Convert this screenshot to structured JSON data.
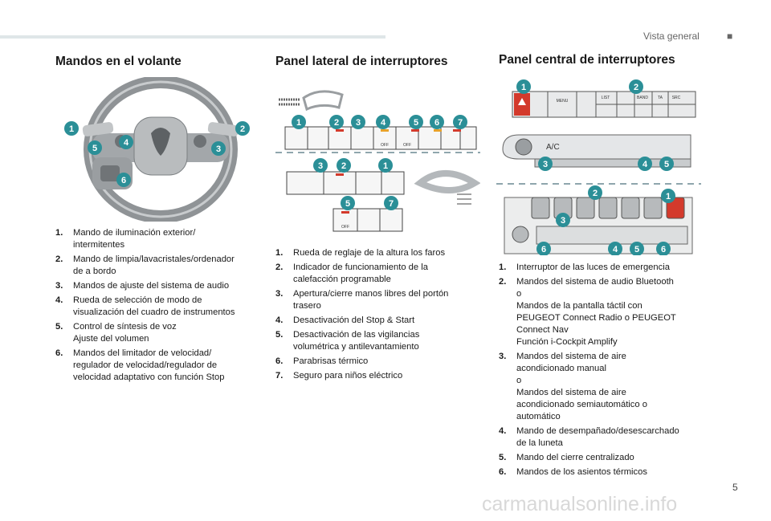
{
  "header": {
    "section": "Vista general",
    "marker": "■"
  },
  "page_number": "5",
  "watermark": "carmanualsonline.info",
  "columns": [
    {
      "title": "Mandos en el volante",
      "badges": [
        "1",
        "2",
        "3",
        "4",
        "5",
        "6"
      ],
      "items": [
        {
          "num": "1.",
          "text": "Mando de iluminación exterior/\nintermitentes"
        },
        {
          "num": "2.",
          "text": "Mando de limpia/lavacristales/ordenador\nde a bordo"
        },
        {
          "num": "3.",
          "text": "Mandos de ajuste del sistema de audio"
        },
        {
          "num": "4.",
          "text": "Rueda de selección de modo de\nvisualización del cuadro de instrumentos"
        },
        {
          "num": "5.",
          "text": "Control de síntesis de voz\nAjuste del volumen"
        },
        {
          "num": "6.",
          "text": "Mandos del limitador de velocidad/\nregulador de velocidad/regulador de\nvelocidad adaptativo con función Stop"
        }
      ]
    },
    {
      "title": "Panel lateral de interruptores",
      "badges": [
        "1",
        "2",
        "3",
        "4",
        "5",
        "6",
        "7",
        "3",
        "2",
        "1",
        "5",
        "7"
      ],
      "items": [
        {
          "num": "1.",
          "text": "Rueda de reglaje de la altura los faros"
        },
        {
          "num": "2.",
          "text": "Indicador de funcionamiento de la\ncalefacción programable"
        },
        {
          "num": "3.",
          "text": "Apertura/cierre manos libres del portón\ntrasero"
        },
        {
          "num": "4.",
          "text": "Desactivación del Stop & Start"
        },
        {
          "num": "5.",
          "text": "Desactivación de las vigilancias\nvolumétrica y antilevantamiento"
        },
        {
          "num": "6.",
          "text": "Parabrisas térmico"
        },
        {
          "num": "7.",
          "text": "Seguro para niños eléctrico"
        }
      ]
    },
    {
      "title": "Panel central de interruptores",
      "badges": [
        "1",
        "2",
        "3",
        "4",
        "5",
        "2",
        "1",
        "3",
        "6",
        "4",
        "5",
        "6"
      ],
      "items": [
        {
          "num": "1.",
          "text": "Interruptor de las luces de emergencia"
        },
        {
          "num": "2.",
          "text": "Mandos del sistema de audio Bluetooth\no\nMandos de la pantalla táctil con\nPEUGEOT Connect Radio o PEUGEOT\nConnect Nav\nFunción i-Cockpit Amplify"
        },
        {
          "num": "3.",
          "text": "Mandos del sistema de aire\nacondicionado manual\no\nMandos del sistema de aire\nacondicionado semiautomático o\nautomático"
        },
        {
          "num": "4.",
          "text": "Mando de desempañado/desescarchado\nde la luneta"
        },
        {
          "num": "5.",
          "text": "Mando del cierre centralizado"
        },
        {
          "num": "6.",
          "text": "Mandos de los asientos térmicos"
        }
      ]
    }
  ],
  "figure_labels": {
    "off": "OFF",
    "ac": "A/C",
    "menu": "MENU",
    "list": "LIST",
    "band": "BAND",
    "ta": "TA",
    "src": "SRC"
  },
  "colors": {
    "badge": "#2b8f97",
    "hazard": "#d33a2c",
    "accent_bar": "#dfe6e8"
  }
}
